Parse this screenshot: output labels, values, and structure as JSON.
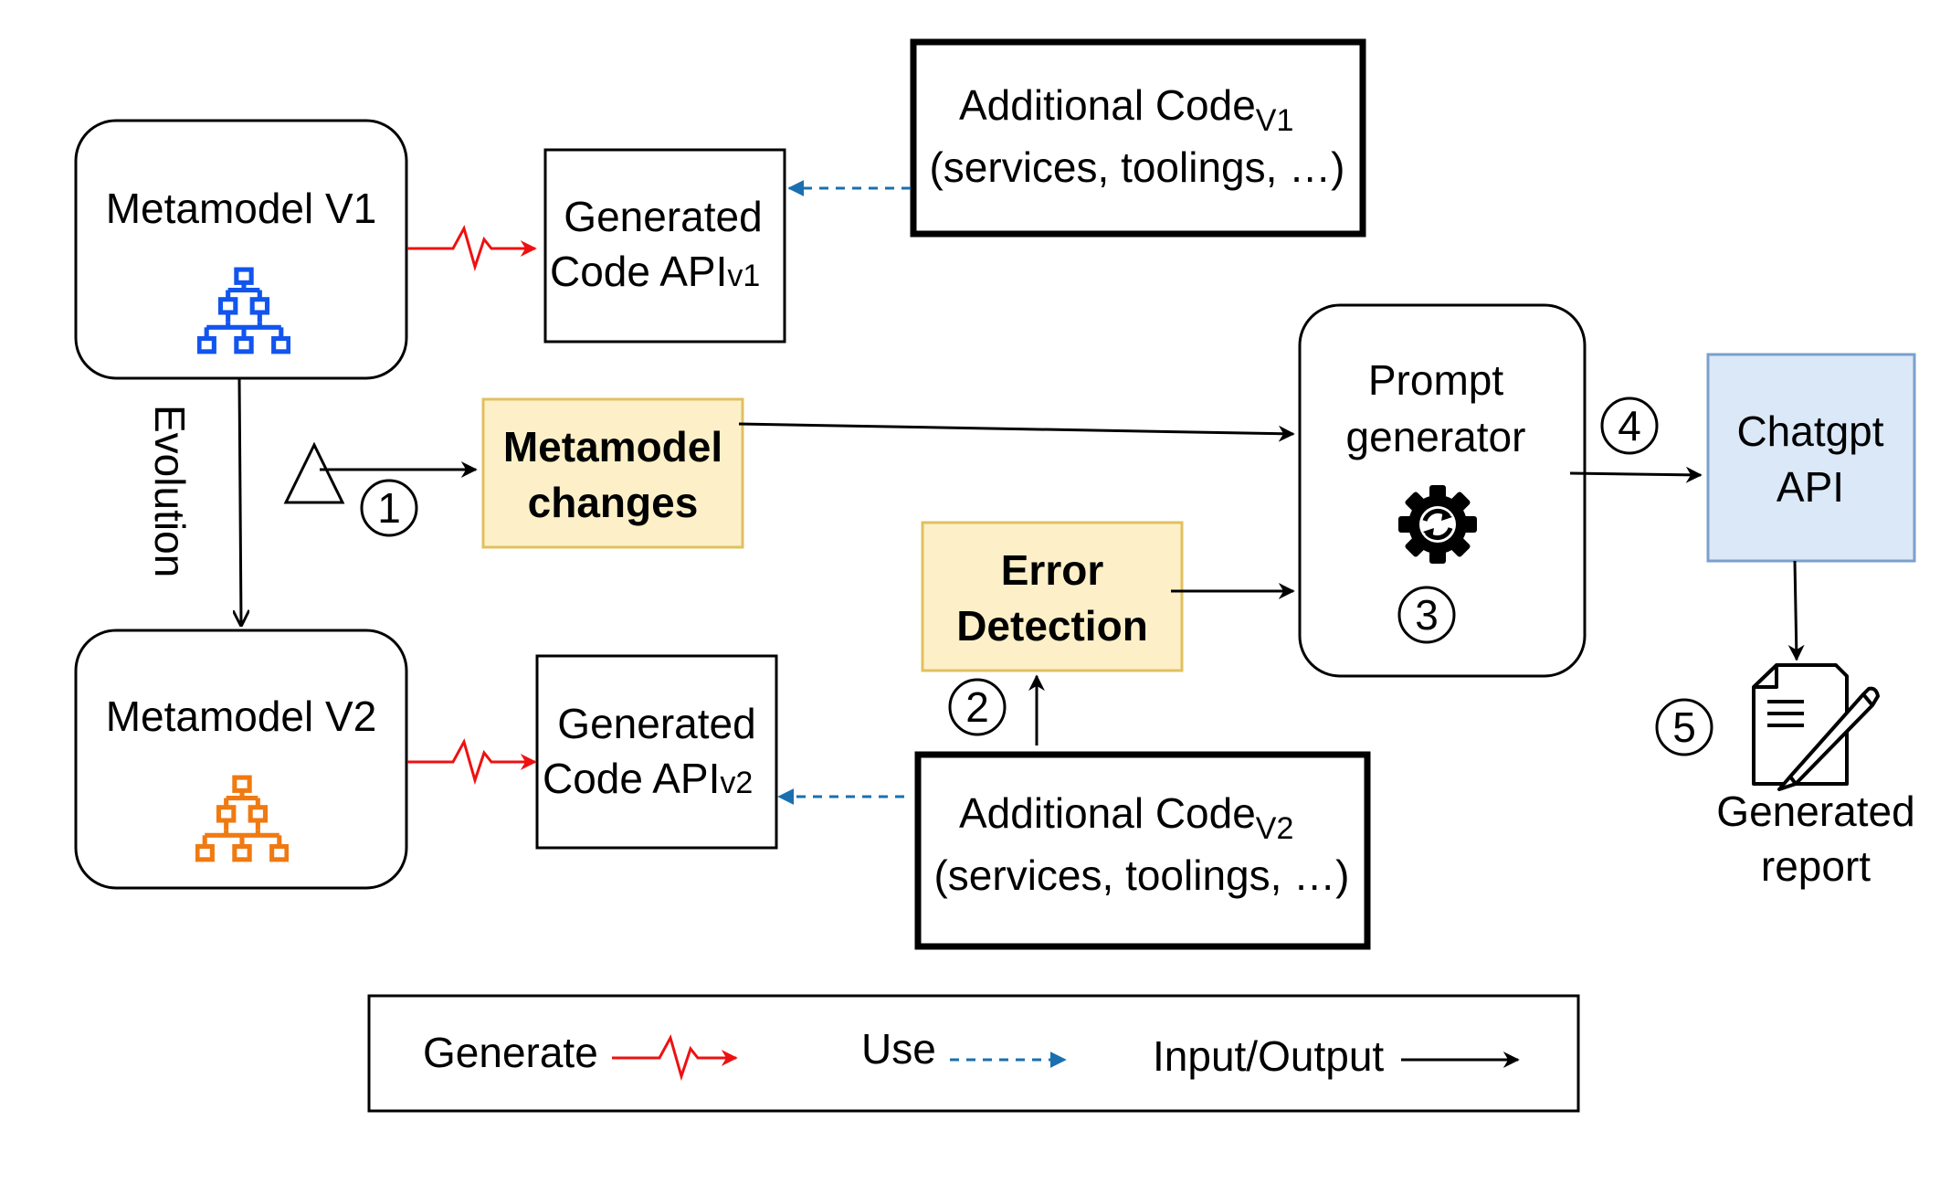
{
  "nodes": {
    "metamodel_v1": {
      "label": "Metamodel V1"
    },
    "metamodel_v2": {
      "label": "Metamodel V2"
    },
    "generated_api_v1": {
      "line1": "Generated",
      "line2": "Code API",
      "sub": "v1"
    },
    "generated_api_v2": {
      "line1": "Generated",
      "line2": "Code API",
      "sub": "v2"
    },
    "additional_code_v1": {
      "line1": "Additional Code",
      "sub": "V1",
      "line2": "(services, toolings, …)"
    },
    "additional_code_v2": {
      "line1": "Additional Code",
      "sub": "V2",
      "line2": "(services, toolings, …)"
    },
    "metamodel_changes": {
      "line1": "Metamodel",
      "line2": "changes"
    },
    "error_detection": {
      "line1": "Error",
      "line2": "Detection"
    },
    "prompt_generator": {
      "line1": "Prompt",
      "line2": "generator"
    },
    "chatgpt_api": {
      "line1": "Chatgpt",
      "line2": "API"
    },
    "generated_report": {
      "line1": "Generated",
      "line2": "report"
    }
  },
  "edges": {
    "evolution_label": "Evolution"
  },
  "steps": [
    "1",
    "2",
    "3",
    "4",
    "5"
  ],
  "legend": {
    "generate": "Generate",
    "use": "Use",
    "io": "Input/Output"
  },
  "colors": {
    "generate_arrow": "#ee1111",
    "use_arrow": "#1a6fb0",
    "metamodel_v1_icon": "#1155ee",
    "metamodel_v2_icon": "#f07a12",
    "highlight_box_fill": "#fdf0c8",
    "highlight_box_stroke": "#e0c060",
    "chatgpt_fill": "#dbe8f8",
    "chatgpt_stroke": "#7aa0cc"
  },
  "icons": {
    "metamodel_v1": "hierarchy-icon",
    "metamodel_v2": "hierarchy-icon",
    "prompt_generator": "gear-sync-icon",
    "generated_report": "document-pencil-icon",
    "metamodel_changes_source": "delta-triangle-icon"
  }
}
